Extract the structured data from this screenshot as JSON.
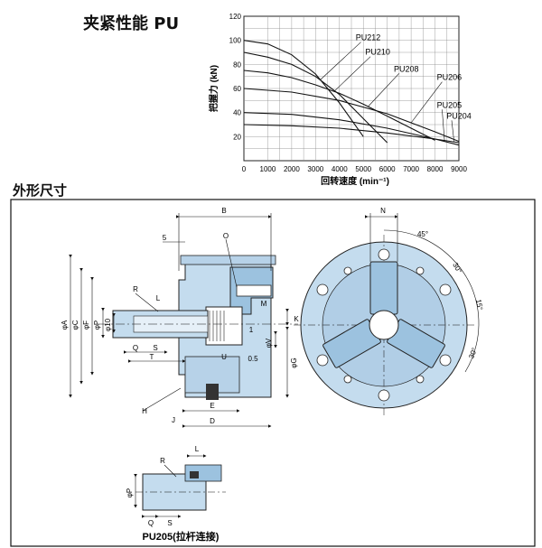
{
  "titles": {
    "performance": "夹紧性能 PU",
    "dimensions": "外形尺寸",
    "drawbar_caption": "PU205(拉杆连接)"
  },
  "chart_data": {
    "type": "line",
    "xlabel": "回转速度 (min⁻¹)",
    "ylabel": "把握力 (kN)",
    "xlim": [
      0,
      9000
    ],
    "ylim": [
      0,
      120
    ],
    "x_ticks": [
      "0",
      "1000",
      "2000",
      "3000",
      "4000",
      "5000",
      "6000",
      "7000",
      "8000",
      "9000"
    ],
    "y_ticks": [
      "20",
      "40",
      "60",
      "80",
      "100",
      "120"
    ],
    "grid": true,
    "series": [
      {
        "name": "PU212",
        "x": [
          0,
          1000,
          2000,
          3000,
          4000,
          5000
        ],
        "y": [
          100,
          97,
          88,
          72,
          48,
          20
        ]
      },
      {
        "name": "PU210",
        "x": [
          0,
          1000,
          2000,
          3000,
          4000,
          5000,
          6000
        ],
        "y": [
          90,
          86,
          80,
          70,
          55,
          35,
          15
        ]
      },
      {
        "name": "PU208",
        "x": [
          0,
          1000,
          2000,
          3000,
          4000,
          5000,
          6000,
          7000,
          8000
        ],
        "y": [
          75,
          73,
          69,
          63,
          56,
          47,
          37,
          27,
          17
        ]
      },
      {
        "name": "PU206",
        "x": [
          0,
          2000,
          4000,
          6000,
          8000,
          9000
        ],
        "y": [
          60,
          57,
          50,
          39,
          24,
          16
        ]
      },
      {
        "name": "PU205",
        "x": [
          0,
          2000,
          4000,
          6000,
          8000,
          9000
        ],
        "y": [
          40,
          38.5,
          34,
          27,
          18,
          13
        ]
      },
      {
        "name": "PU204",
        "x": [
          0,
          2000,
          4000,
          6000,
          8000,
          9000
        ],
        "y": [
          30,
          29,
          27,
          23,
          18,
          15
        ]
      }
    ]
  },
  "dim_labels": {
    "B": "B",
    "five": "5",
    "O": "O",
    "R": "R",
    "L": "L",
    "M": "M",
    "N": "N",
    "phiA": "φA",
    "phiC": "φC",
    "phiF": "φF",
    "phiP": "φP",
    "phi10": "φ10",
    "one": "1",
    "phiV": "φV",
    "K": "K",
    "phiG": "φG",
    "Q": "Q",
    "S": "S",
    "T": "T",
    "U": "U",
    "half": "0.5",
    "H": "H",
    "J": "J",
    "E": "E",
    "D": "D",
    "a45": "45°",
    "a30a": "30°",
    "a15": "15°",
    "a30b": "30°",
    "R2": "R",
    "L2": "L",
    "phiP2": "φP",
    "Q2": "Q",
    "S2": "S"
  }
}
